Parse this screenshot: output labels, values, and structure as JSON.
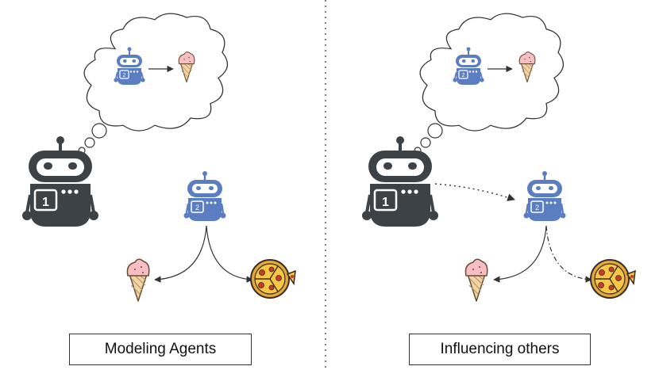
{
  "colors": {
    "agent1": "#3d4247",
    "agent2": "#5b7ec2",
    "line": "#333333",
    "cone": "#f1d6a1",
    "cone_stripe": "#b9977a",
    "scoop": "#f7bfc3",
    "pizza_crust": "#e0a93b",
    "pizza_cheese": "#f6c744",
    "pepperoni": "#c83a2a"
  },
  "panels": [
    {
      "id": "left",
      "caption": "Modeling Agents",
      "agent1_label": "1",
      "thought_agent_label": "2",
      "agent2_label": "2",
      "influence_arrow": false,
      "pizza_path_style": "solid"
    },
    {
      "id": "right",
      "caption": "Influencing others",
      "agent1_label": "1",
      "thought_agent_label": "2",
      "agent2_label": "2",
      "influence_arrow": true,
      "pizza_path_style": "dashdot"
    }
  ],
  "icons": {
    "agent1": "robot-icon",
    "agent2": "robot-icon",
    "ice_cream": "ice-cream-icon",
    "pizza": "pizza-icon",
    "thought": "thought-cloud"
  }
}
